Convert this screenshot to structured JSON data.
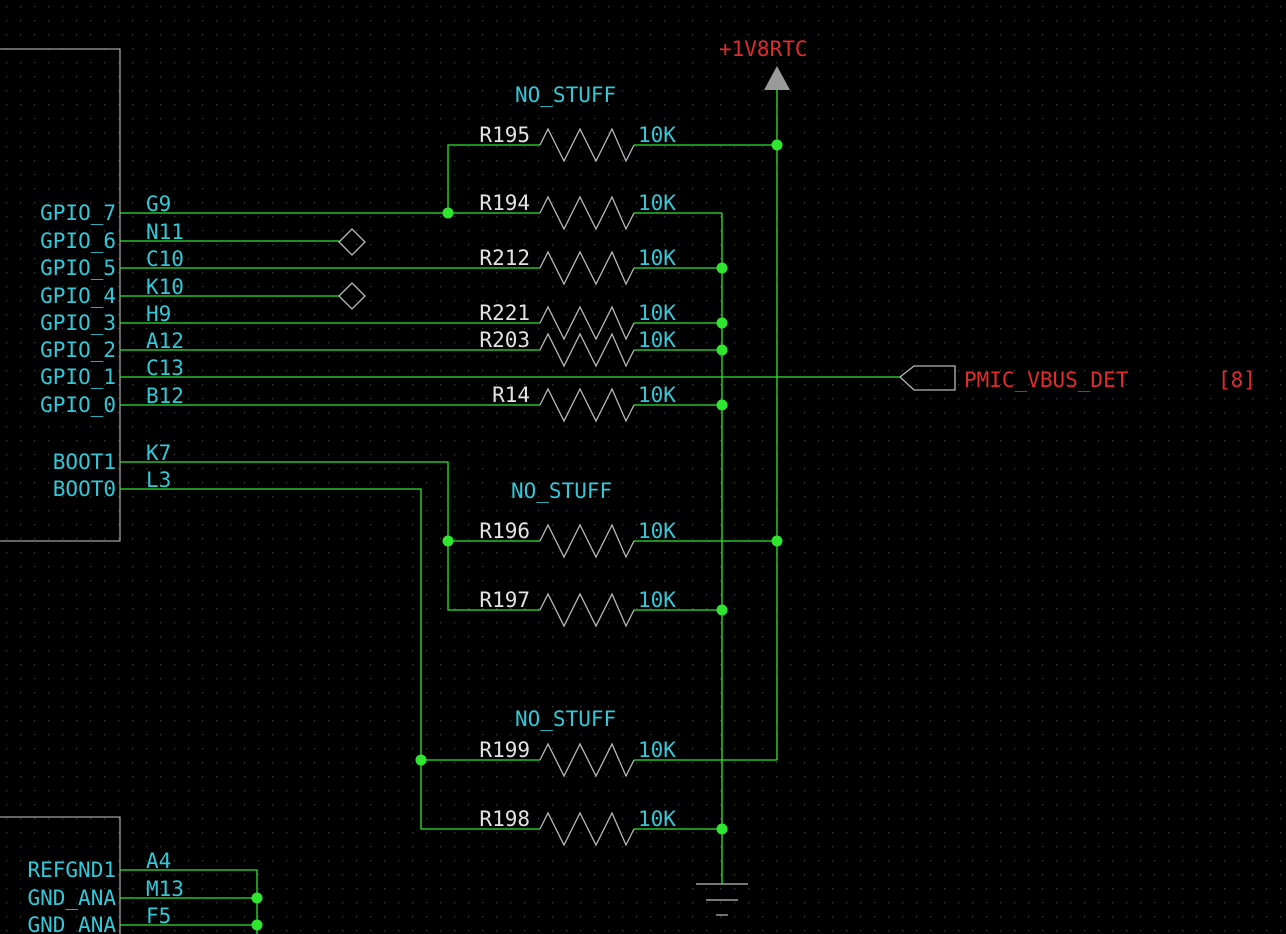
{
  "colors": {
    "background": "#000000",
    "wire": "#2ee62e",
    "junction": "#2ee62e",
    "pin_text": "#33c8d8",
    "ref_text": "#e3e3e3",
    "power_text": "#e02c2c",
    "symbol_outline": "#a0a0a0"
  },
  "power_rail": {
    "label": "+1V8RTC"
  },
  "net_label": {
    "name": "PMIC_VBUS_DET",
    "page_ref": "[8]"
  },
  "notes": [
    "NO_STUFF",
    "NO_STUFF",
    "NO_STUFF"
  ],
  "ic_top": {
    "pins": [
      {
        "name": "GPIO_7",
        "ball": "G9"
      },
      {
        "name": "GPIO_6",
        "ball": "N11"
      },
      {
        "name": "GPIO_5",
        "ball": "C10"
      },
      {
        "name": "GPIO_4",
        "ball": "K10"
      },
      {
        "name": "GPIO_3",
        "ball": "H9"
      },
      {
        "name": "GPIO_2",
        "ball": "A12"
      },
      {
        "name": "GPIO_1",
        "ball": "C13"
      },
      {
        "name": "GPIO_0",
        "ball": "B12"
      },
      {
        "name": "BOOT1",
        "ball": "K7"
      },
      {
        "name": "BOOT0",
        "ball": "L3"
      }
    ]
  },
  "ic_bottom": {
    "pins": [
      {
        "name": "REFGND1",
        "ball": "A4"
      },
      {
        "name": "GND_ANA",
        "ball": "M13"
      },
      {
        "name": "GND_ANA",
        "ball": "F5"
      }
    ]
  },
  "resistors": [
    {
      "ref": "R195",
      "value": "10K"
    },
    {
      "ref": "R194",
      "value": "10K"
    },
    {
      "ref": "R212",
      "value": "10K"
    },
    {
      "ref": "R221",
      "value": "10K"
    },
    {
      "ref": "R203",
      "value": "10K"
    },
    {
      "ref": "R14",
      "value": "10K"
    },
    {
      "ref": "R196",
      "value": "10K"
    },
    {
      "ref": "R197",
      "value": "10K"
    },
    {
      "ref": "R199",
      "value": "10K"
    },
    {
      "ref": "R198",
      "value": "10K"
    }
  ]
}
